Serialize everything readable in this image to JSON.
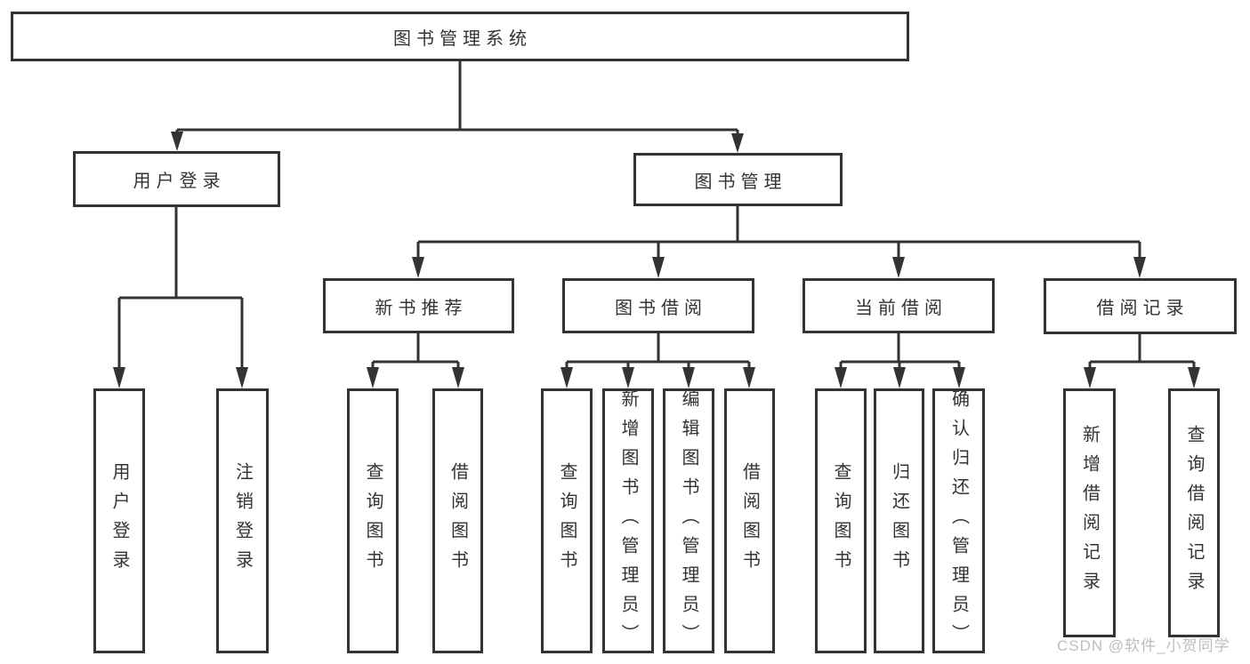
{
  "title": "图书管理系统",
  "watermark": "CSDN @软件_小贺同学",
  "nodes": {
    "root": "图书管理系统",
    "userLogin": "用户登录",
    "bookMgmt": "图书管理",
    "newBooks": "新书推荐",
    "bookBorrow": "图书借阅",
    "currentBorrow": "当前借阅",
    "borrowRecords": "借阅记录",
    "leafUserLogin": "用户登录",
    "leafLogout": "注销登录",
    "leafNbQuery": "查询图书",
    "leafNbBorrow": "借阅图书",
    "leafBbQuery": "查询图书",
    "leafBbAdd": "新增图书（管理员）",
    "leafBbEdit": "编辑图书（管理员）",
    "leafBbBorrow": "借阅图书",
    "leafCbQuery": "查询图书",
    "leafCbReturn": "归还图书",
    "leafCbConfirm": "确认归还（管理员）",
    "leafBrAdd": "新增借阅记录",
    "leafBrQuery": "查询借阅记录"
  },
  "colors": {
    "line": "#333333",
    "text": "#333333",
    "background": "#ffffff",
    "watermark": "#949494"
  }
}
